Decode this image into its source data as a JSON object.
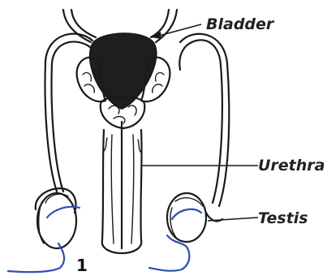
{
  "labels": {
    "bladder": "Bladder",
    "urethra": "Urethra",
    "testis": "Testis"
  },
  "figure_number": "1",
  "colors": {
    "ink": "#1a1a1a",
    "annotation": "#2a50b0"
  }
}
